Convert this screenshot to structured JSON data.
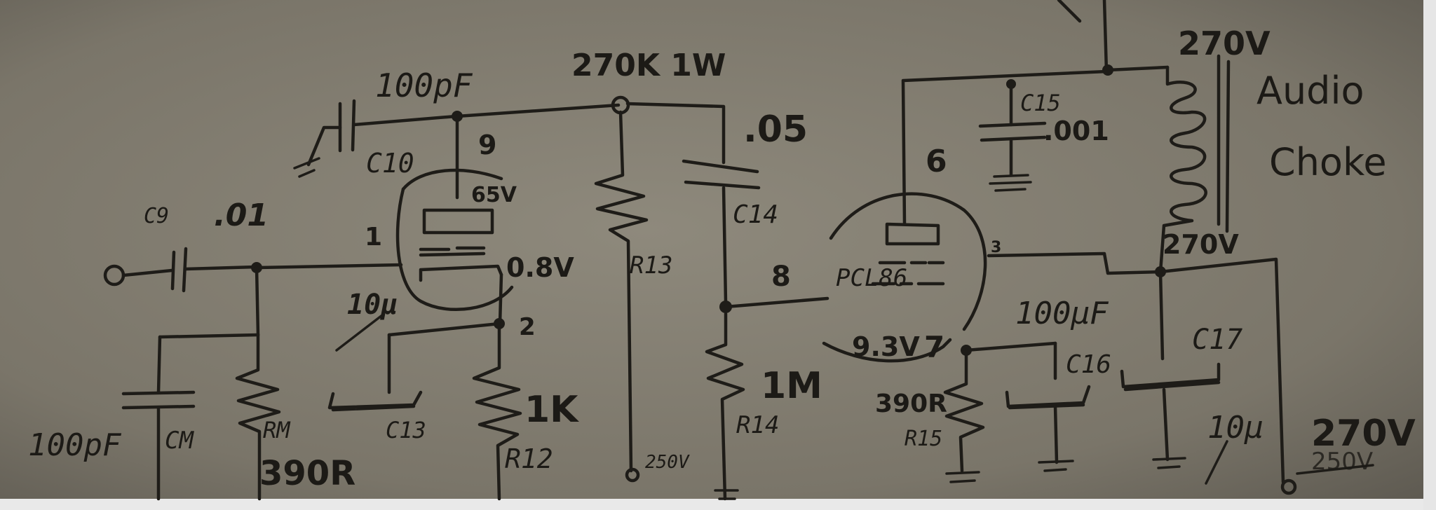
{
  "colors": {
    "paper": "#8a8578",
    "ink": "#1e1c18",
    "edge": "#e9e9e9"
  },
  "labels": {
    "c10_value": "100pF",
    "c10_name": "C10",
    "r_top_value": "270K 1W",
    "pin9": "9",
    "volt_65": "65V",
    "c_top_value": ".05",
    "c9_name": "C9",
    "c9_value": ".01",
    "pin1": "1",
    "volt_08": "0.8V",
    "c13_value": "10µ",
    "pin2": "2",
    "r13_name": "R13",
    "c14_name": "C14",
    "pin8": "8",
    "tube_name": "PCL86",
    "pin6": "6",
    "c15_name": "C15",
    "c15_value": ".001",
    "pin3": "3",
    "volt_270_top": "270V",
    "choke_label_1": "Audio",
    "choke_label_2": "Choke",
    "volt_270_mid": "270V",
    "c16_value": "100µF",
    "c17_name": "C17",
    "volt_93": "9.3V",
    "pin7": "7",
    "r15_value": "390R",
    "r15_name": "R15",
    "c16_name": "C16",
    "c17_value": "10µ",
    "volt_270_bottom": "270V",
    "volt_250_struck": "250V",
    "cm_value": "100pF",
    "cm_name": "CM",
    "rm_name": "RM",
    "rm_value": "390R",
    "c13_name": "C13",
    "r12_value": "1K",
    "r12_name": "R12",
    "volt_250": "250V",
    "r14_value": "1M",
    "r14_name": "R14"
  }
}
